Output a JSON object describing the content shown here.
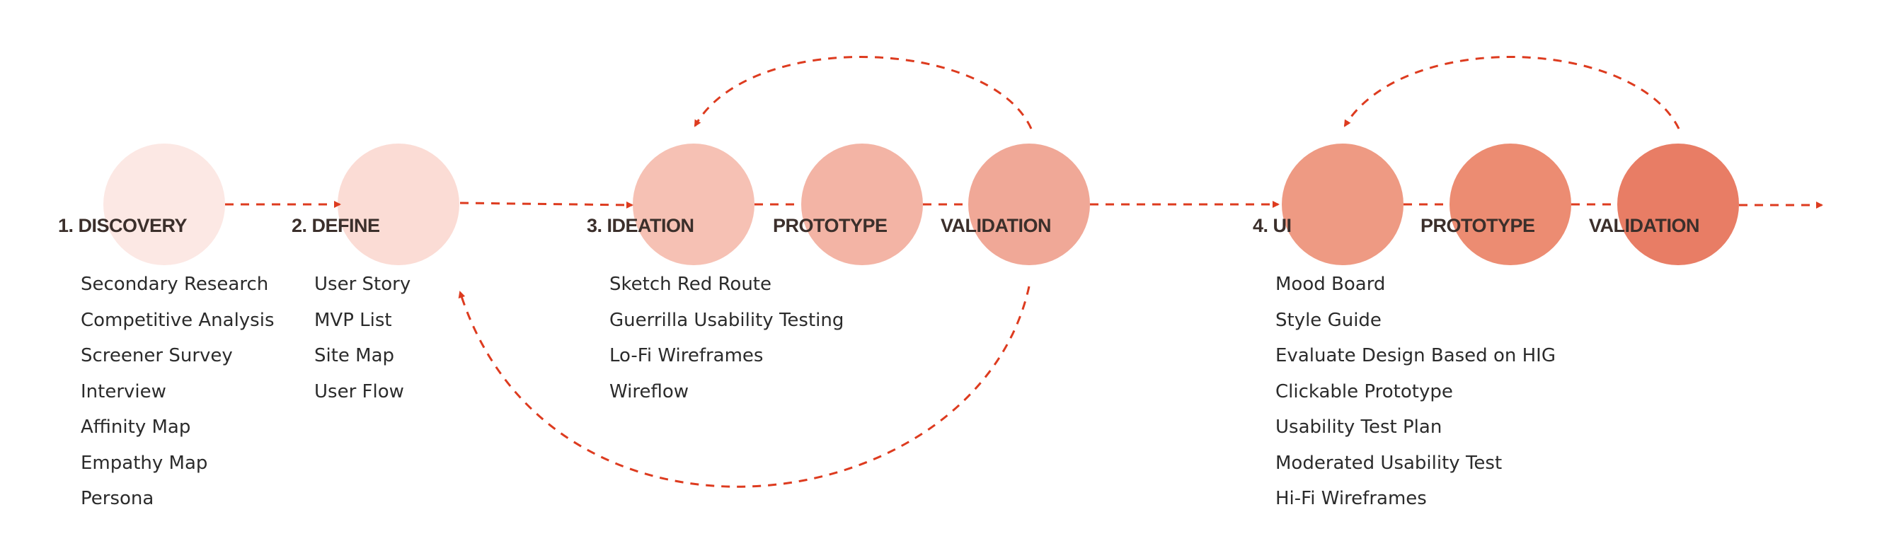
{
  "colors": {
    "arrow": "#dd3b1f",
    "label": "#3b2f2b",
    "text": "#2b2b2b",
    "circle_discovery": "#fce8e4",
    "circle_define": "#fbdcd5",
    "circle_ideation": "#f6c1b4",
    "circle_ideation_prototype": "#f3b4a5",
    "circle_ideation_validation": "#f0a897",
    "circle_ui": "#ee9a83",
    "circle_ui_prototype": "#ec8c72",
    "circle_ui_validation": "#e87d65"
  },
  "stages": {
    "discovery": {
      "label": "1. DISCOVERY",
      "items": [
        "Secondary Research",
        "Competitive Analysis",
        "Screener Survey",
        "Interview",
        "Affinity Map",
        "Empathy Map",
        "Persona"
      ]
    },
    "define": {
      "label": "2. DEFINE",
      "items": [
        "User Story",
        "MVP List",
        "Site Map",
        "User Flow"
      ]
    },
    "ideation": {
      "label": "3. IDEATION",
      "items": [
        "Sketch Red Route",
        "Guerrilla Usability Testing",
        "Lo-Fi Wireframes",
        "Wireflow"
      ]
    },
    "ideation_prototype": {
      "label": "PROTOTYPE"
    },
    "ideation_validation": {
      "label": "VALIDATION"
    },
    "ui": {
      "label": "4. UI",
      "items": [
        "Mood Board",
        "Style Guide",
        "Evaluate Design Based on HIG",
        "Clickable Prototype",
        "Usability Test Plan",
        "Moderated Usability Test",
        "Hi-Fi Wireframes"
      ]
    },
    "ui_prototype": {
      "label": "PROTOTYPE"
    },
    "ui_validation": {
      "label": "VALIDATION"
    }
  }
}
